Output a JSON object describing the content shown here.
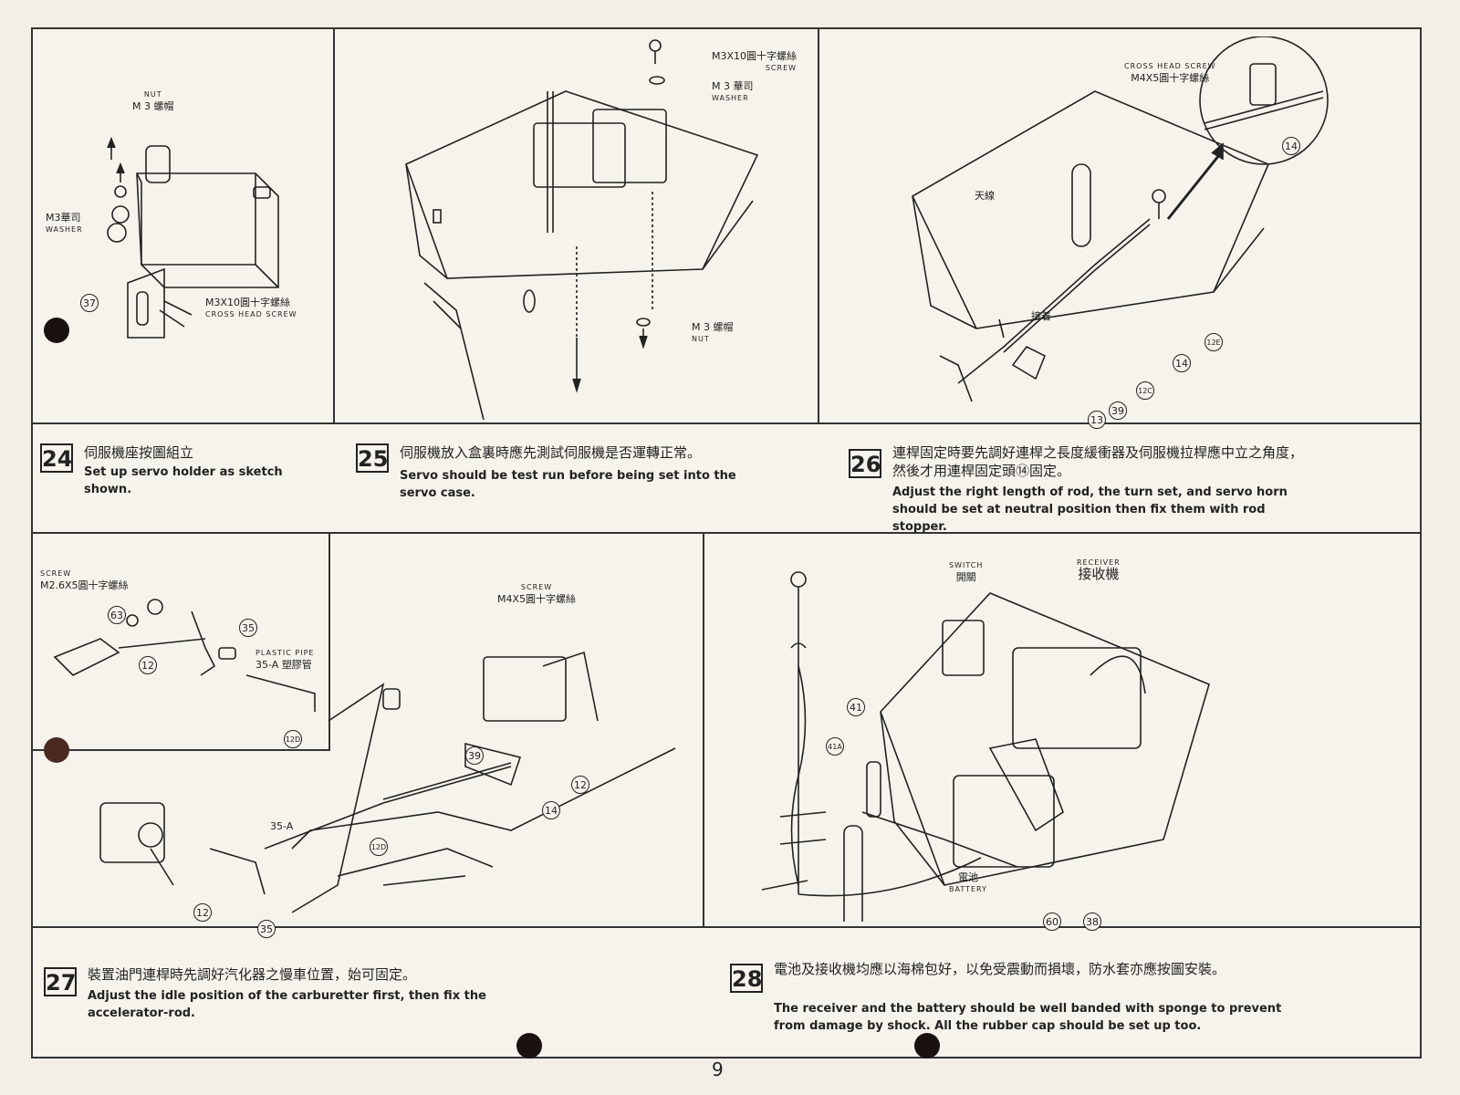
{
  "page_number": "9",
  "steps": [
    {
      "number": "24",
      "zh": "伺服機座按圖組立",
      "en": "Set up servo holder as sketch shown.",
      "labels": {
        "nut_en": "NUT",
        "nut_zh": "M 3  螺帽",
        "washer_zh": "M3華司",
        "washer_en": "WASHER",
        "screw_zh": "M3X10圓十字螺絲",
        "screw_en": "CROSS HEAD SCREW",
        "part": "37"
      }
    },
    {
      "number": "25",
      "zh": "伺服機放入盒裏時應先測試伺服機是否運轉正常。",
      "en": "Servo should be test run before being set into the servo case.",
      "labels": {
        "screw_zh": "M3X10圓十字螺絲",
        "screw_en": "SCREW",
        "washer_zh": "M 3  華司",
        "washer_en": "WASHER",
        "nut_zh": "M 3  螺帽",
        "nut_en": "NUT"
      }
    },
    {
      "number": "26",
      "zh": "連桿固定時要先調好連桿之長度緩衝器及伺服機拉桿應中立之角度，然後才用連桿固定頭⑭固定。",
      "en": "Adjust the right length of rod, the turn set, and servo horn should be set at neutral position then fix them with rod stopper.",
      "labels": {
        "screw_en": "CROSS HEAD SCREW",
        "screw_zh": "M4X5圓十字螺絲",
        "antenna_zh": "天線",
        "connect_zh": "接着",
        "parts": [
          "14",
          "14",
          "12E",
          "12C",
          "13",
          "39"
        ]
      }
    },
    {
      "number": "27",
      "zh": "裝置油門連桿時先調好汽化器之慢車位置，始可固定。",
      "en": "Adjust the idle position of the carburetter first, then fix the accelerator-rod.",
      "labels": {
        "screw_en": "SCREW",
        "screw_zh": "M2.6X5圓十字螺絲",
        "screw2_en": "SCREW",
        "screw2_zh": "M4X5圓十字螺絲",
        "pipe_en": "PLASTIC PIPE",
        "pipe_zh": "35-A  塑膠管",
        "part_35a": "35-A",
        "parts": [
          "63",
          "35",
          "12",
          "12D",
          "39",
          "14",
          "12",
          "12D",
          "12",
          "35"
        ]
      }
    },
    {
      "number": "28",
      "zh": "電池及接收機均應以海棉包好，以免受震動而損壞，防水套亦應按圖安裝。",
      "en": "The receiver and the battery should be well banded with sponge to prevent from damage by shock. All the rubber cap should be set up too.",
      "labels": {
        "switch_en": "SWITCH",
        "switch_zh": "開關",
        "receiver_en": "RECEIVER",
        "receiver_zh": "接收機",
        "battery_zh": "電池",
        "battery_en": "BATTERY",
        "parts": [
          "41",
          "41A",
          "60",
          "38"
        ]
      }
    }
  ],
  "colors": {
    "paper": "#f6f3ec",
    "ink": "#222222",
    "hole": "#1a1210"
  }
}
